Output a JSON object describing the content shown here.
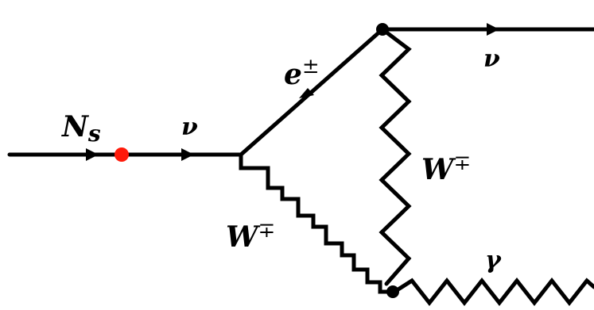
{
  "diagram": {
    "labels": {
      "ns_main": "N",
      "ns_sub": "s",
      "nu_incoming": "ν",
      "nu_outgoing": "ν",
      "lepton_main": "e",
      "lepton_sup": "±",
      "w_right_main": "W",
      "w_right_sup": "∓",
      "w_left_main": "W",
      "w_left_sup": "∓",
      "photon": "γ"
    },
    "colors": {
      "line": "#000000",
      "mixing_dot": "#ff1a0a"
    }
  }
}
